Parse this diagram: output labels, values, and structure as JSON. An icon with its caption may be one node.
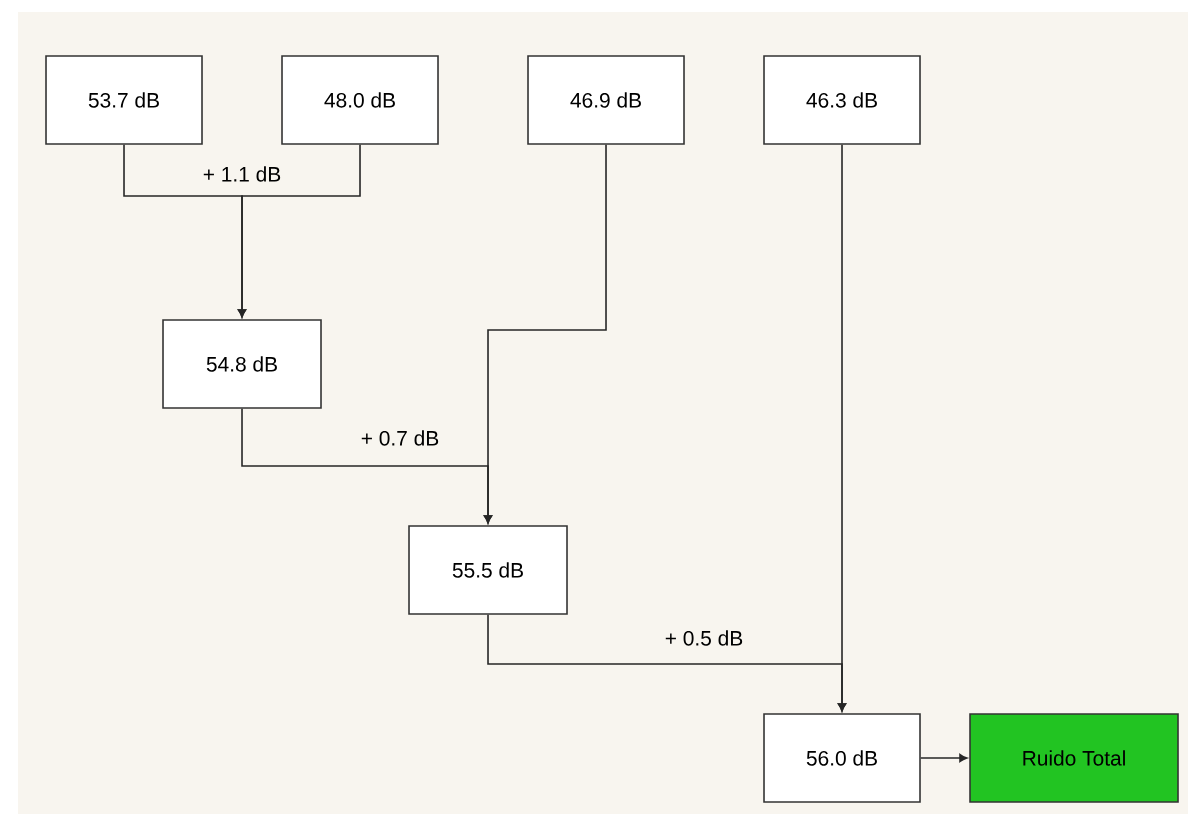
{
  "diagram": {
    "nodes": [
      {
        "text": [
          "53.7 dB"
        ]
      },
      {
        "text": [
          "48.0 dB"
        ]
      },
      {
        "text": [
          "46.9 dB"
        ]
      },
      {
        "text": [
          "46.3 dB"
        ]
      },
      {
        "text": [
          "54.8 dB"
        ]
      },
      {
        "text": [
          "55.5 dB"
        ]
      },
      {
        "text": [
          "56.0 dB"
        ]
      },
      {
        "text": [
          "Ruido Total"
        ]
      }
    ],
    "edges": [
      {
        "from": 0,
        "to": 4,
        "arrow": "to",
        "label": "+ 1.1 dB"
      },
      {
        "from": 1,
        "to": 4,
        "arrow": "to"
      },
      {
        "from": 4,
        "to": 5,
        "arrow": "to",
        "label": "+ 0.7 dB"
      },
      {
        "from": 2,
        "to": 5,
        "arrow": "to"
      },
      {
        "from": 5,
        "to": 6,
        "arrow": "to",
        "label": "+ 0.5 dB"
      },
      {
        "from": 3,
        "to": 6,
        "arrow": "to"
      },
      {
        "from": 6,
        "to": 7,
        "arrow": "to"
      }
    ]
  }
}
